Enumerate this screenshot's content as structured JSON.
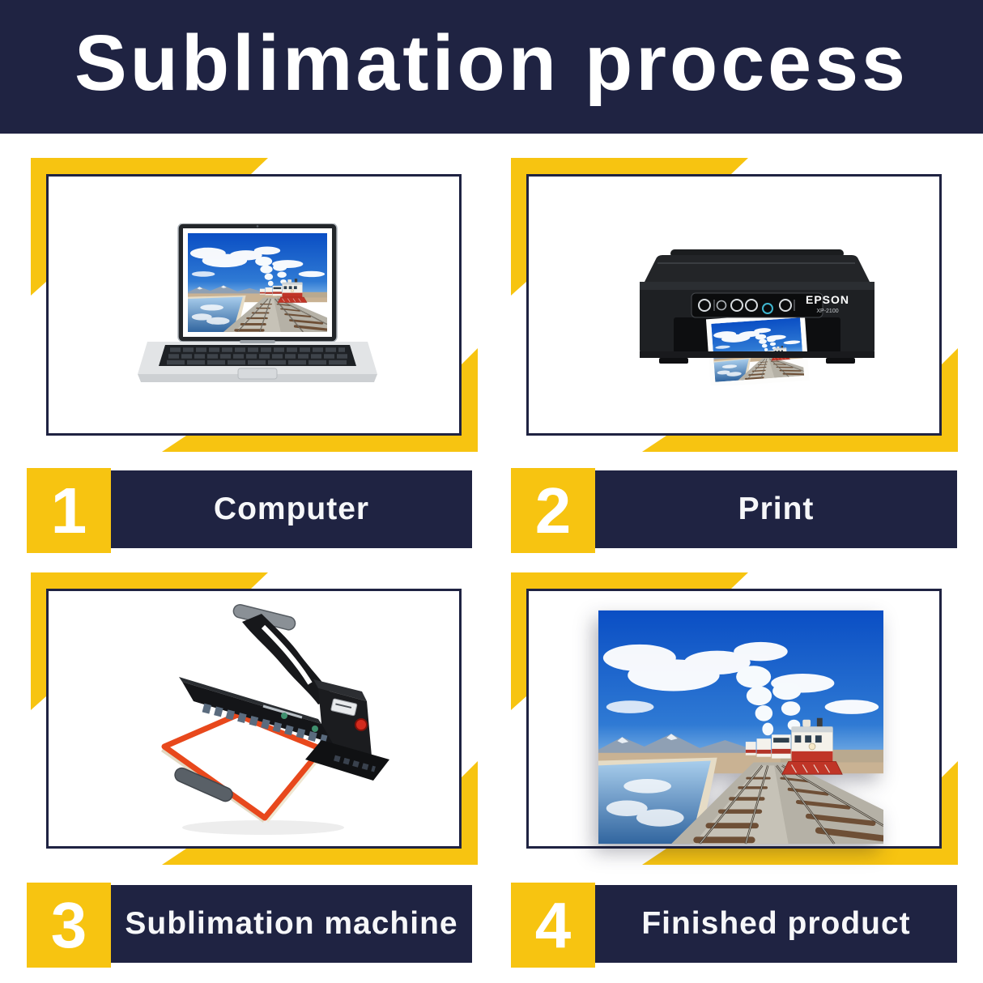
{
  "header": {
    "title": "Sublimation process",
    "bg_color": "#1f2342",
    "text_color": "#ffffff"
  },
  "colors": {
    "navy": "#1f2342",
    "yellow": "#f7c411",
    "press_frame_orange": "#e8481c",
    "page_bg": "#ffffff"
  },
  "steps": [
    {
      "number": "1",
      "label": "Computer",
      "icon": "laptop-icon"
    },
    {
      "number": "2",
      "label": "Print",
      "icon": "inkjet-printer-icon"
    },
    {
      "number": "3",
      "label": "Sublimation machine",
      "icon": "heat-press-icon"
    },
    {
      "number": "4",
      "label": "Finished product",
      "icon": "printed-photo-icon"
    }
  ],
  "printer": {
    "brand": "EPSON",
    "model": "XP-2100"
  }
}
